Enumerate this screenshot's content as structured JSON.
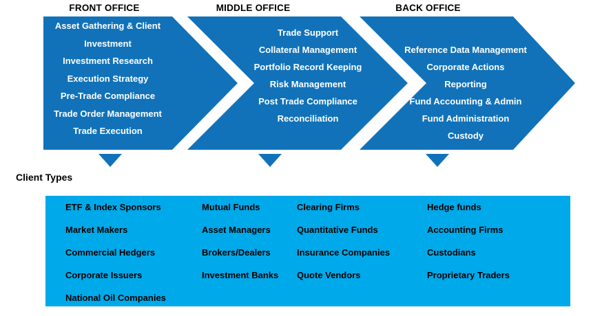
{
  "colors": {
    "chevron_blue": "#1172b9",
    "panel_cyan": "#00a9e9",
    "office_text": "#ffffff",
    "label_text": "#000000"
  },
  "offices": [
    {
      "title": "FRONT OFFICE",
      "items": [
        "Asset Gathering & Client",
        "Investment",
        "Investment Research",
        "Execution Strategy",
        "Pre-Trade Compliance",
        "Trade Order Management",
        "Trade Execution"
      ]
    },
    {
      "title": "MIDDLE OFFICE",
      "items": [
        "Trade Support",
        "Collateral Management",
        "Portfolio Record Keeping",
        "Risk Management",
        "Post Trade Compliance",
        "Reconciliation"
      ]
    },
    {
      "title": "BACK OFFICE",
      "items": [
        "Reference Data Management",
        "Corporate Actions",
        "Reporting",
        "Fund Accounting & Admin",
        "Fund Administration",
        "Custody"
      ]
    }
  ],
  "client_types": {
    "label": "Client Types",
    "columns": [
      [
        "ETF & Index Sponsors",
        "Market Makers",
        "Commercial Hedgers",
        "Corporate Issuers",
        "National Oil Companies"
      ],
      [
        "Mutual Funds",
        "Asset Managers",
        "Brokers/Dealers",
        "Investment Banks"
      ],
      [
        "Clearing Firms",
        "Quantitative Funds",
        "Insurance Companies",
        "Quote Vendors"
      ],
      [
        "Hedge funds",
        "Accounting Firms",
        "Custodians",
        "Proprietary Traders"
      ]
    ]
  }
}
